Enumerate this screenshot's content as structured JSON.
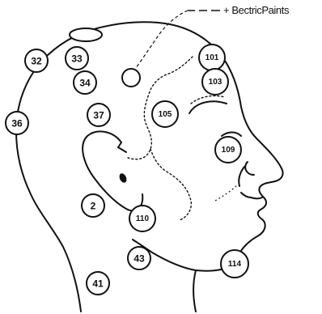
{
  "legend": {
    "text": "+ BectricPaints"
  },
  "points": [
    {
      "id": "32",
      "label": "32"
    },
    {
      "id": "33",
      "label": "33"
    },
    {
      "id": "34",
      "label": "34"
    },
    {
      "id": "36",
      "label": "36"
    },
    {
      "id": "37",
      "label": "37"
    },
    {
      "id": "101",
      "label": "101"
    },
    {
      "id": "103",
      "label": "103"
    },
    {
      "id": "105",
      "label": "105"
    },
    {
      "id": "109",
      "label": "109"
    },
    {
      "id": "2",
      "label": "2"
    },
    {
      "id": "110",
      "label": "110"
    },
    {
      "id": "43",
      "label": "43"
    },
    {
      "id": "114",
      "label": "114"
    },
    {
      "id": "41",
      "label": "41"
    }
  ]
}
